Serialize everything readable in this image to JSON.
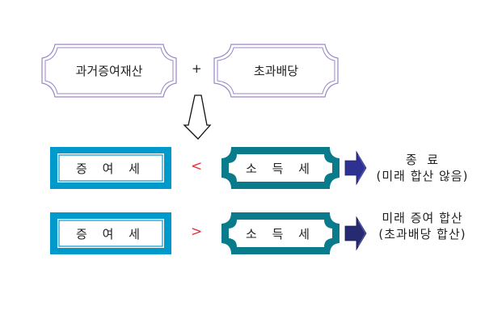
{
  "top": {
    "box1_label": "과거증여재산",
    "plus": "+",
    "box2_label": "초과배당"
  },
  "rows": [
    {
      "gift_tax_label": "증 여 세",
      "operator": "<",
      "income_tax_label": "소 득 세",
      "result_line1": "종  료",
      "result_line2": "(미래 합산 않음)"
    },
    {
      "gift_tax_label": "증 여 세",
      "operator": ">",
      "income_tax_label": "소 득 세",
      "result_line1": "미래 증여 합산",
      "result_line2": "(초과배당 합산)"
    }
  ],
  "colors": {
    "top_border": "#9b86c8",
    "gift_box": "#0099cc",
    "income_box": "#0a7b8a",
    "arrow_fill": "#2e3192",
    "operator": "#e8313a"
  }
}
